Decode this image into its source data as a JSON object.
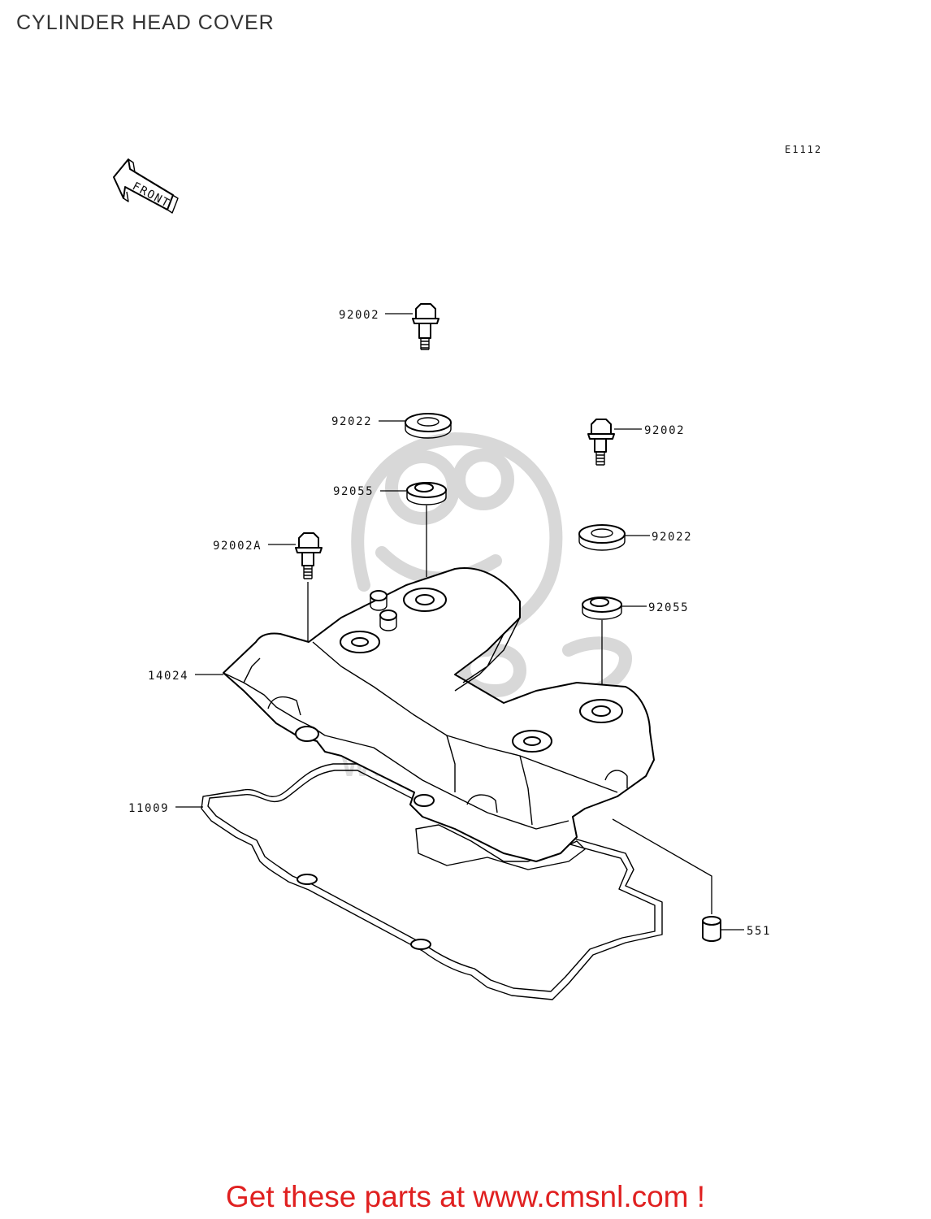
{
  "title": "CYLINDER HEAD COVER",
  "diagram_code": "E1112",
  "front_arrow_label": "FRONT",
  "watermark_text": "WWW.CMSNL.COM",
  "callouts": {
    "bolt_top": "92002",
    "washer_left": "92022",
    "grommet_left": "92055",
    "bolt_a": "92002A",
    "cover": "14024",
    "gasket": "11009",
    "bolt_right": "92002",
    "washer_right": "92022",
    "grommet_right": "92055",
    "dowel": "551"
  },
  "footer": "Get these parts at www.cmsnl.com !",
  "colors": {
    "footer_text": "#e02020",
    "watermark": "#d8d8d8"
  }
}
